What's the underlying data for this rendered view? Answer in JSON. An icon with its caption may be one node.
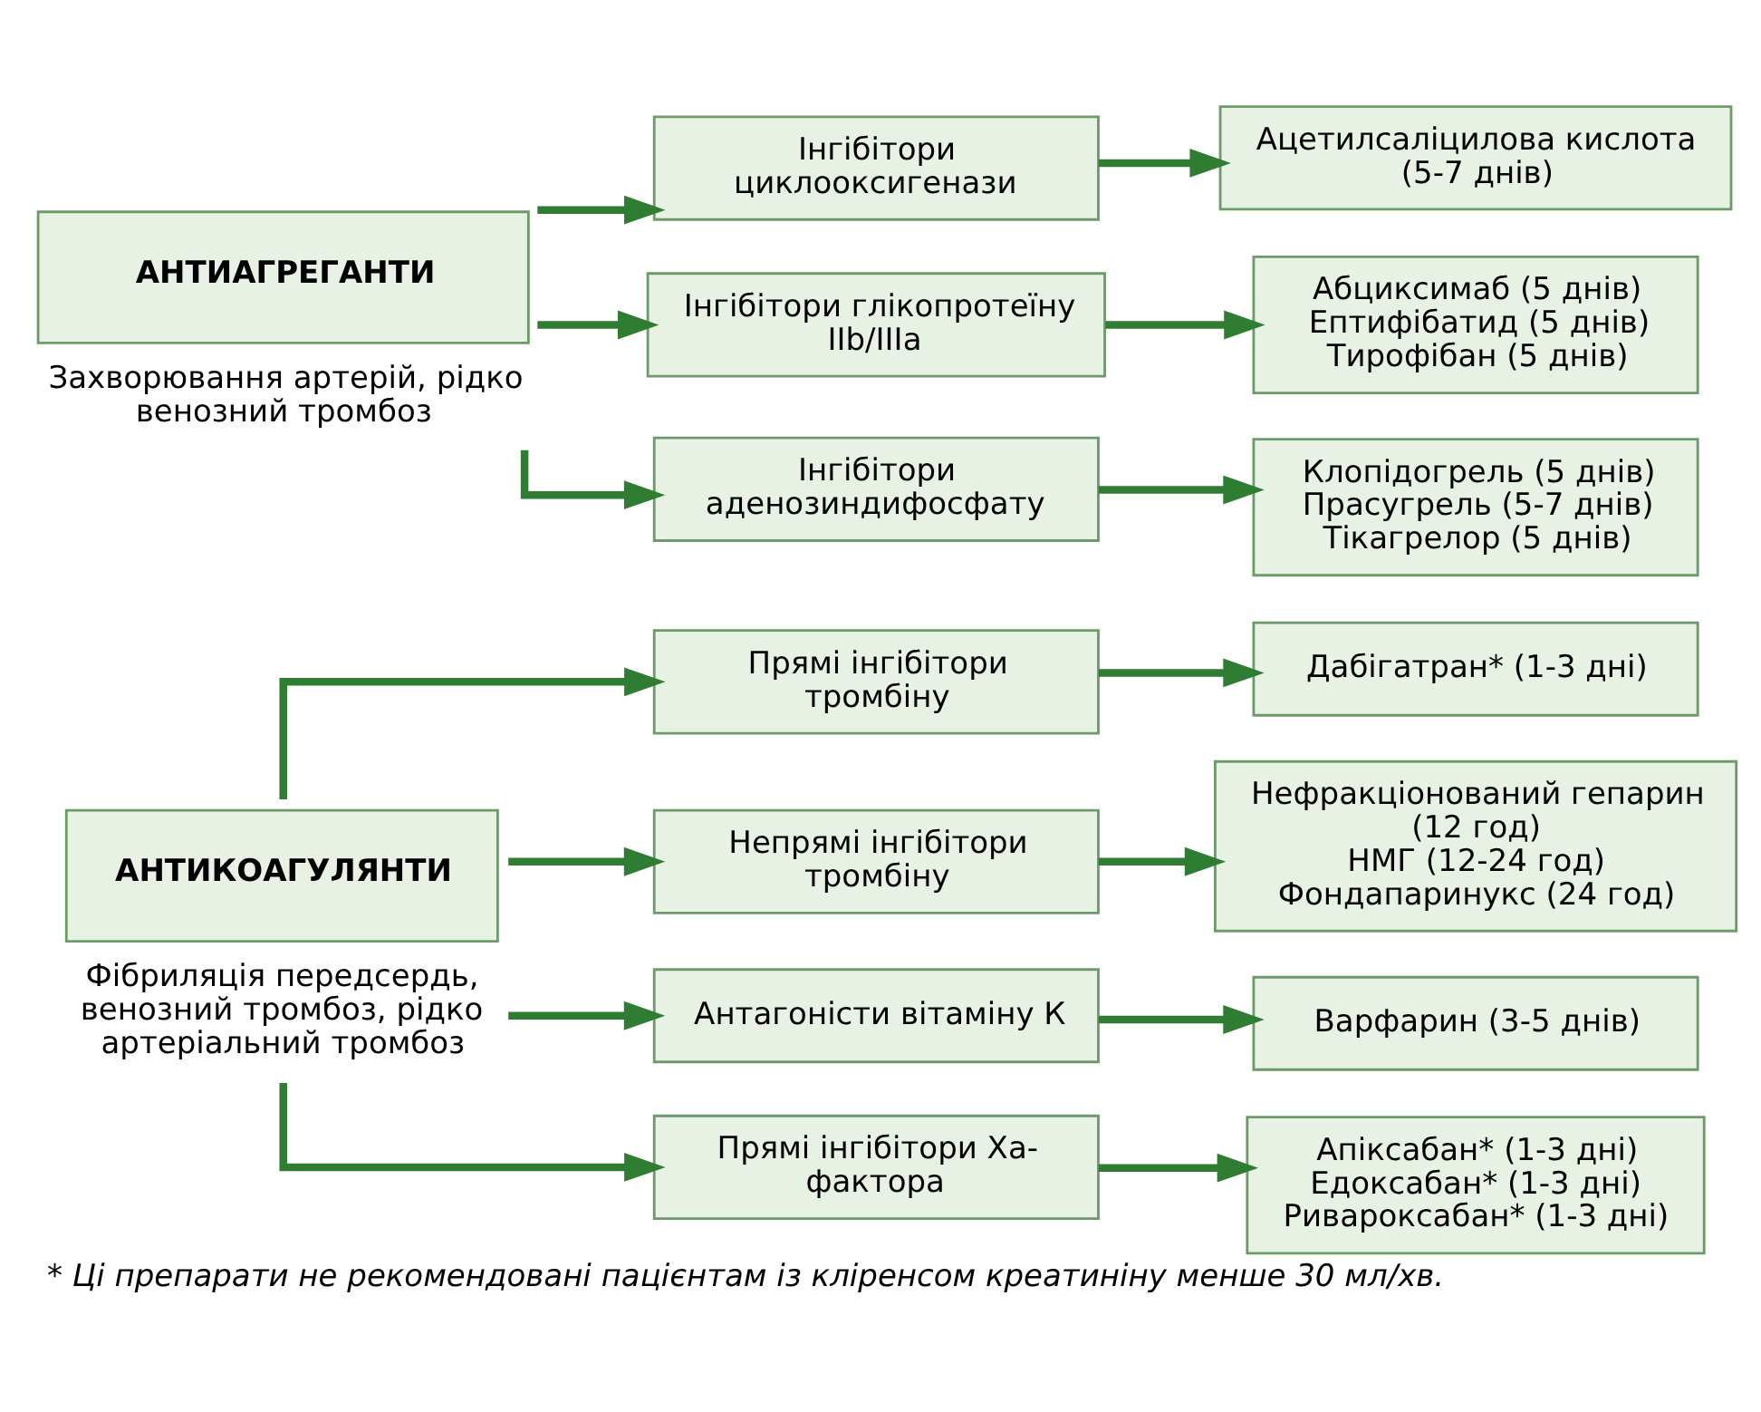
{
  "diagram": {
    "caption": "* Ці препарати не рекомендовані пацієнтам із кліренсом креатиніну менше 30 мл/хв.",
    "nodes": [
      {
        "text": [
          "АНТИКОАГУЛЯНТИ"
        ],
        "beside": [
          "Фібриляція передсердь, венозний тромбоз, рідко артеріальний тромбоз"
        ]
      },
      {
        "text": [
          "Прямі інгібітори тромбіну"
        ]
      },
      {
        "text": [
          "Дабігатран* (1-3 дні)"
        ]
      },
      {
        "text": [
          "Непрямі інгібітори тромбіну"
        ]
      },
      {
        "text": [
          "Нефракціонований гепарин (12 год)",
          "НМГ (12-24 год)",
          "Фондапаринукс (24 год)"
        ]
      },
      {
        "text": [
          "Антагоністи вітаміну К"
        ]
      },
      {
        "text": [
          "Варфарин (3-5 днів)"
        ]
      },
      {
        "text": [
          "Прямі інгібітори Ха-фактора"
        ]
      },
      {
        "text": [
          "Апіксабан* (1-3 дні)",
          "Едоксабан* (1-3 дні)",
          "Ривароксабан* (1-3 дні)"
        ]
      },
      {
        "text": [
          "АНТИАГРЕГАНТИ"
        ],
        "beside": [
          "Захворювання артерій, рідко венозний тромбоз"
        ]
      },
      {
        "text": [
          "Інгібітори циклооксигенази"
        ]
      },
      {
        "text": [
          "Ацетилсаліцилова кислота (5-7 днів)"
        ]
      },
      {
        "text": [
          "Інгібітори глікопротеїну IIb/IIIa"
        ]
      },
      {
        "text": [
          "Абциксимаб (5 днів)",
          "Ептифібатид (5 днів)",
          "Тирофібан (5 днів)"
        ]
      },
      {
        "text": [
          "Інгібітори аденозиндифосфату"
        ]
      },
      {
        "text": [
          "Клопідогрель (5 днів)",
          "Прасугрель (5-7 днів)",
          "Тікагрелор (5 днів)"
        ]
      }
    ],
    "edges": [
      {
        "from": 0,
        "to": 1,
        "arrow": "to"
      },
      {
        "from": 0,
        "to": 3,
        "arrow": "to"
      },
      {
        "from": 0,
        "to": 5,
        "arrow": "to"
      },
      {
        "from": 0,
        "to": 7,
        "arrow": "to"
      },
      {
        "from": 1,
        "to": 2,
        "arrow": "to"
      },
      {
        "from": 3,
        "to": 4,
        "arrow": "to"
      },
      {
        "from": 5,
        "to": 6,
        "arrow": "to"
      },
      {
        "from": 7,
        "to": 8,
        "arrow": "to"
      },
      {
        "from": 9,
        "to": 10,
        "arrow": "to"
      },
      {
        "from": 9,
        "to": 12,
        "arrow": "to"
      },
      {
        "from": 9,
        "to": 14,
        "arrow": "to"
      },
      {
        "from": 10,
        "to": 11,
        "arrow": "to"
      },
      {
        "from": 12,
        "to": 13,
        "arrow": "to"
      },
      {
        "from": 14,
        "to": 15,
        "arrow": "to"
      }
    ]
  }
}
